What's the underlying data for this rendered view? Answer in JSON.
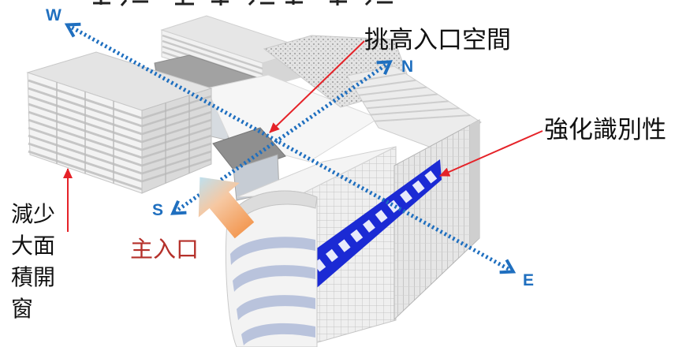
{
  "compass": {
    "west": "W",
    "north": "N",
    "south": "S",
    "east": "E"
  },
  "annotations": {
    "lobby": "挑高入口空間",
    "identity": "強化識別性",
    "windows": [
      "減少",
      "大面",
      "積開",
      "窗"
    ],
    "entrance": "主入口"
  },
  "colors": {
    "compass_blue": "#1f6fbf",
    "callout_red": "#e52228",
    "entrance_label": "#b5302a",
    "sign_band_blue": "#1b2ad4"
  }
}
